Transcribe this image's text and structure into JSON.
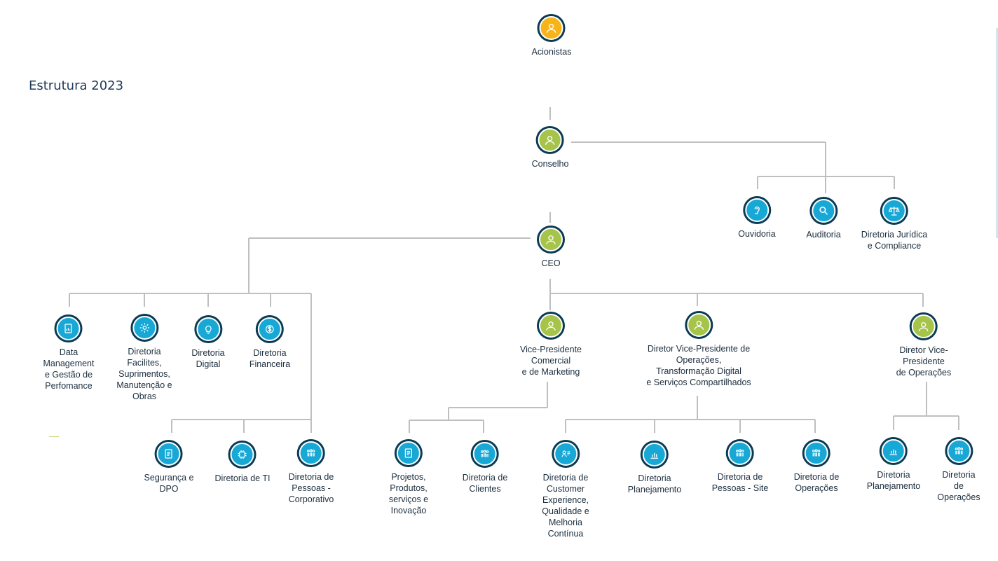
{
  "page": {
    "title": "Estrutura 2023"
  },
  "nodes": {
    "acionistas": "Acionistas",
    "conselho": "Conselho",
    "ouvidoria": "Ouvidoria",
    "auditoria": "Auditoria",
    "juridica": "Diretoria Jurídica\ne Compliance",
    "ceo": "CEO",
    "data_mgmt": "Data\nManagement\ne Gestão de\nPerfomance",
    "facilites": "Diretoria\nFacilites,\nSuprimentos,\nManutenção e\nObras",
    "digital": "Diretoria\nDigital",
    "financeira": "Diretoria\nFinanceira",
    "seguranca": "Segurança e\nDPO",
    "ti": "Diretoria de TI",
    "pessoas_corp": "Diretoria de\nPessoas -\nCorporativo",
    "vp_comercial": "Vice-Presidente\nComercial\ne de Marketing",
    "projetos": "Projetos,\nProdutos,\nserviços e\nInovação",
    "clientes": "Diretoria de\nClientes",
    "vp_operacoes_transf": "Diretor Vice-Presidente de\nOperações,\nTransformação Digital\ne Serviços Compartilhados",
    "customer_exp": "Diretoria de\nCustomer\nExperience,\nQualidade e\nMelhoria\nContínua",
    "planejamento1": "Diretoria\nPlanejamento",
    "pessoas_site": "Diretoria de\nPessoas - Site",
    "operacoes1": "Diretoria de\nOperações",
    "vp_operacoes": "Diretor Vice-\nPresidente\nde Operações",
    "planejamento2": "Diretoria\nPlanejamento",
    "operacoes2": "Diretoria de\nOperações"
  },
  "icons": {
    "acionistas": "person-icon",
    "conselho": "person-icon",
    "ceo": "person-icon",
    "ouvidoria": "ear-icon",
    "auditoria": "magnifier-icon",
    "juridica": "scales-icon",
    "data_mgmt": "document-chart-icon",
    "facilites": "gear-icon",
    "digital": "lightbulb-icon",
    "financeira": "dollar-icon",
    "seguranca": "document-icon",
    "ti": "chip-icon",
    "pessoas_corp": "people-icon",
    "projetos": "document-icon",
    "clientes": "people-icon",
    "customer_exp": "customer-icon",
    "planejamento1": "bar-chart-icon",
    "pessoas_site": "people-icon",
    "operacoes1": "people-icon",
    "planejamento2": "bar-chart-icon",
    "operacoes2": "people-icon"
  },
  "colors": {
    "executive": "#a6c44a",
    "shareholder": "#f6b41a",
    "department": "#18a8d6",
    "ring": "#0a3b52",
    "connector": "#bfbfbf",
    "title": "#1f3a5a"
  }
}
